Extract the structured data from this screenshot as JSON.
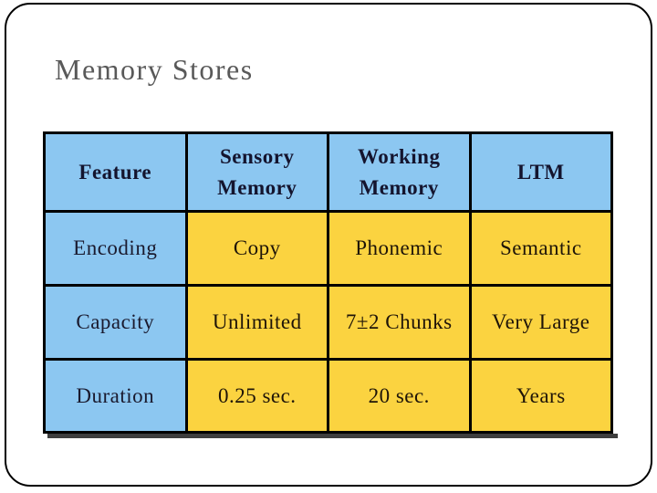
{
  "slide": {
    "title": "Memory Stores"
  },
  "table": {
    "columns": [
      "Feature",
      "Sensory Memory",
      "Working Memory",
      "LTM"
    ],
    "rows": [
      [
        "Encoding",
        "Copy",
        "Phonemic",
        "Semantic"
      ],
      [
        "Capacity",
        "Unlimited",
        "7±2 Chunks",
        "Very Large"
      ],
      [
        "Duration",
        "0.25 sec.",
        "20 sec.",
        "Years"
      ]
    ]
  },
  "colors": {
    "header_fill": "#8CC7F1",
    "feature_column_fill": "#8CC7F1",
    "body_fill": "#FBD340",
    "grid_line": "#000000",
    "title_text": "#595959",
    "header_text": "#14142E",
    "cell_text": "#1E1408",
    "table_shadow": "#3E3E3E",
    "frame_border": "#000000"
  }
}
